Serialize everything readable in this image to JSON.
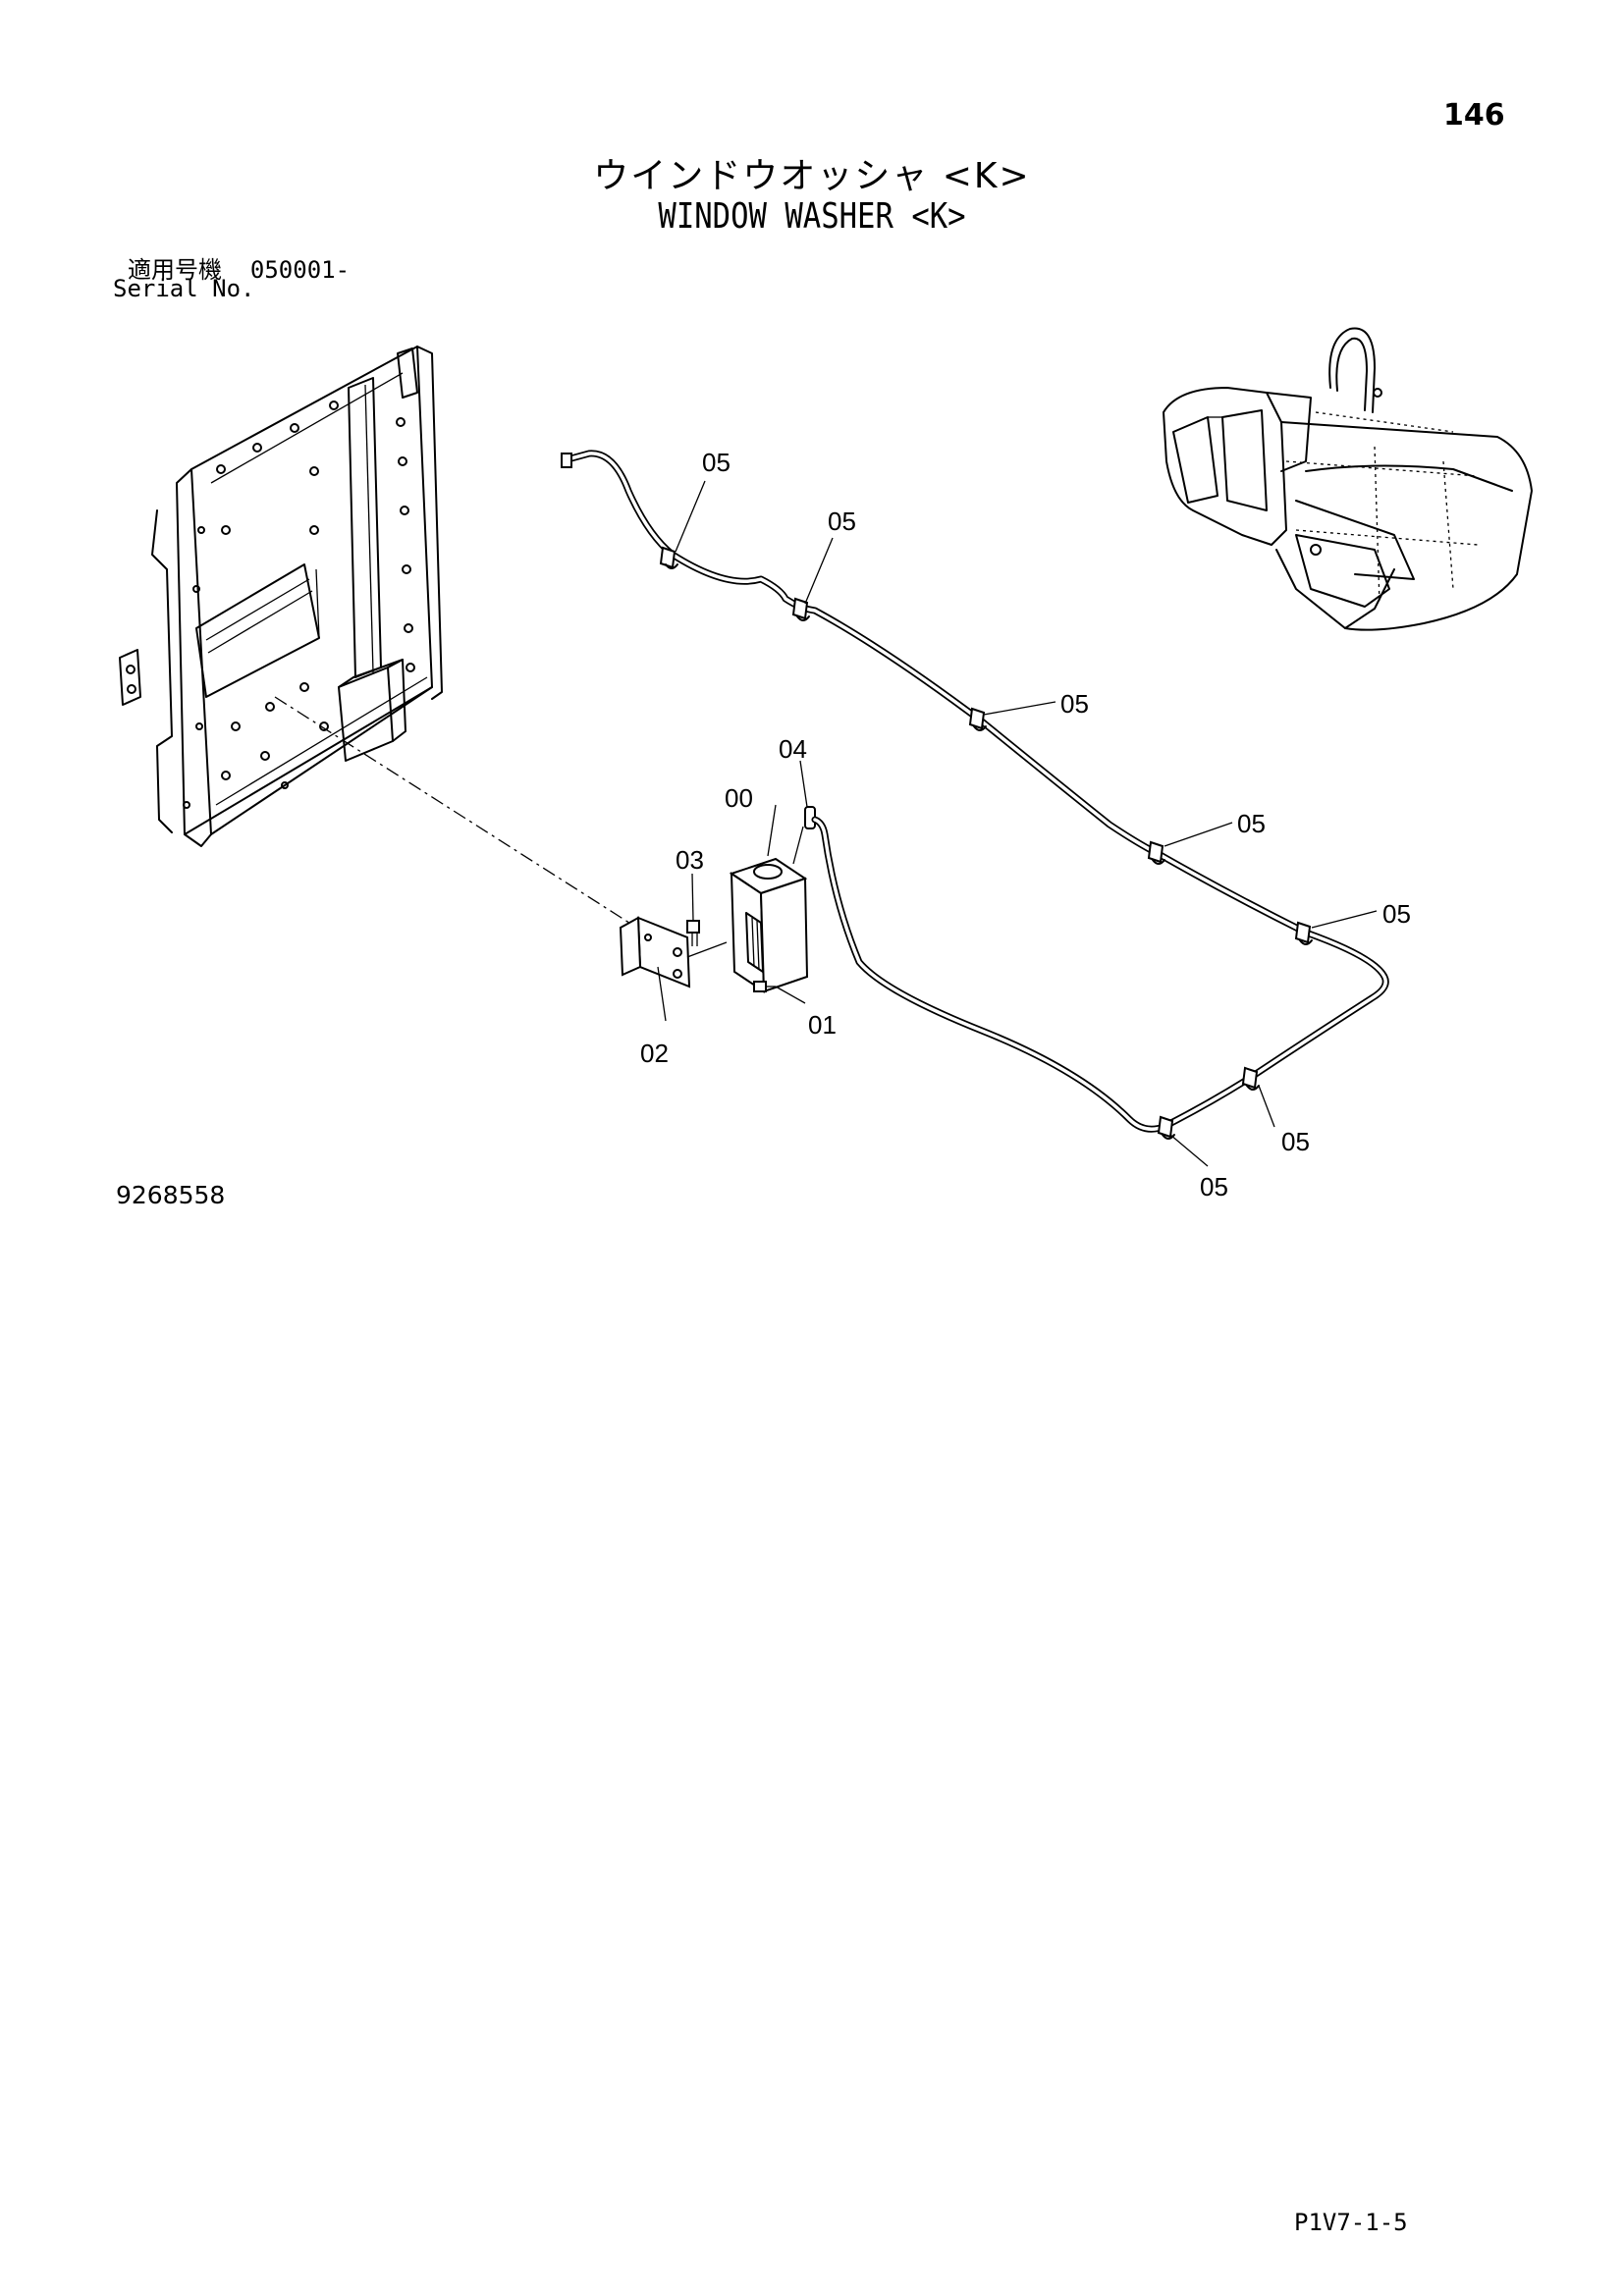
{
  "page": {
    "number": "146",
    "title_jp": "ウインドウオッシャ <K>",
    "title_en": "WINDOW WASHER <K>",
    "serial_label_jp": "適用号機",
    "serial_value": "050001-",
    "serial_label_en": "Serial No.",
    "drawing_number": "9268558",
    "page_code": "P1V7-1-5"
  },
  "callouts": {
    "c00": "00",
    "c01": "01",
    "c02": "02",
    "c03": "03",
    "c04": "04",
    "c05a": "05",
    "c05b": "05",
    "c05c": "05",
    "c05d": "05",
    "c05e": "05",
    "c05f": "05",
    "c05g": "05"
  }
}
